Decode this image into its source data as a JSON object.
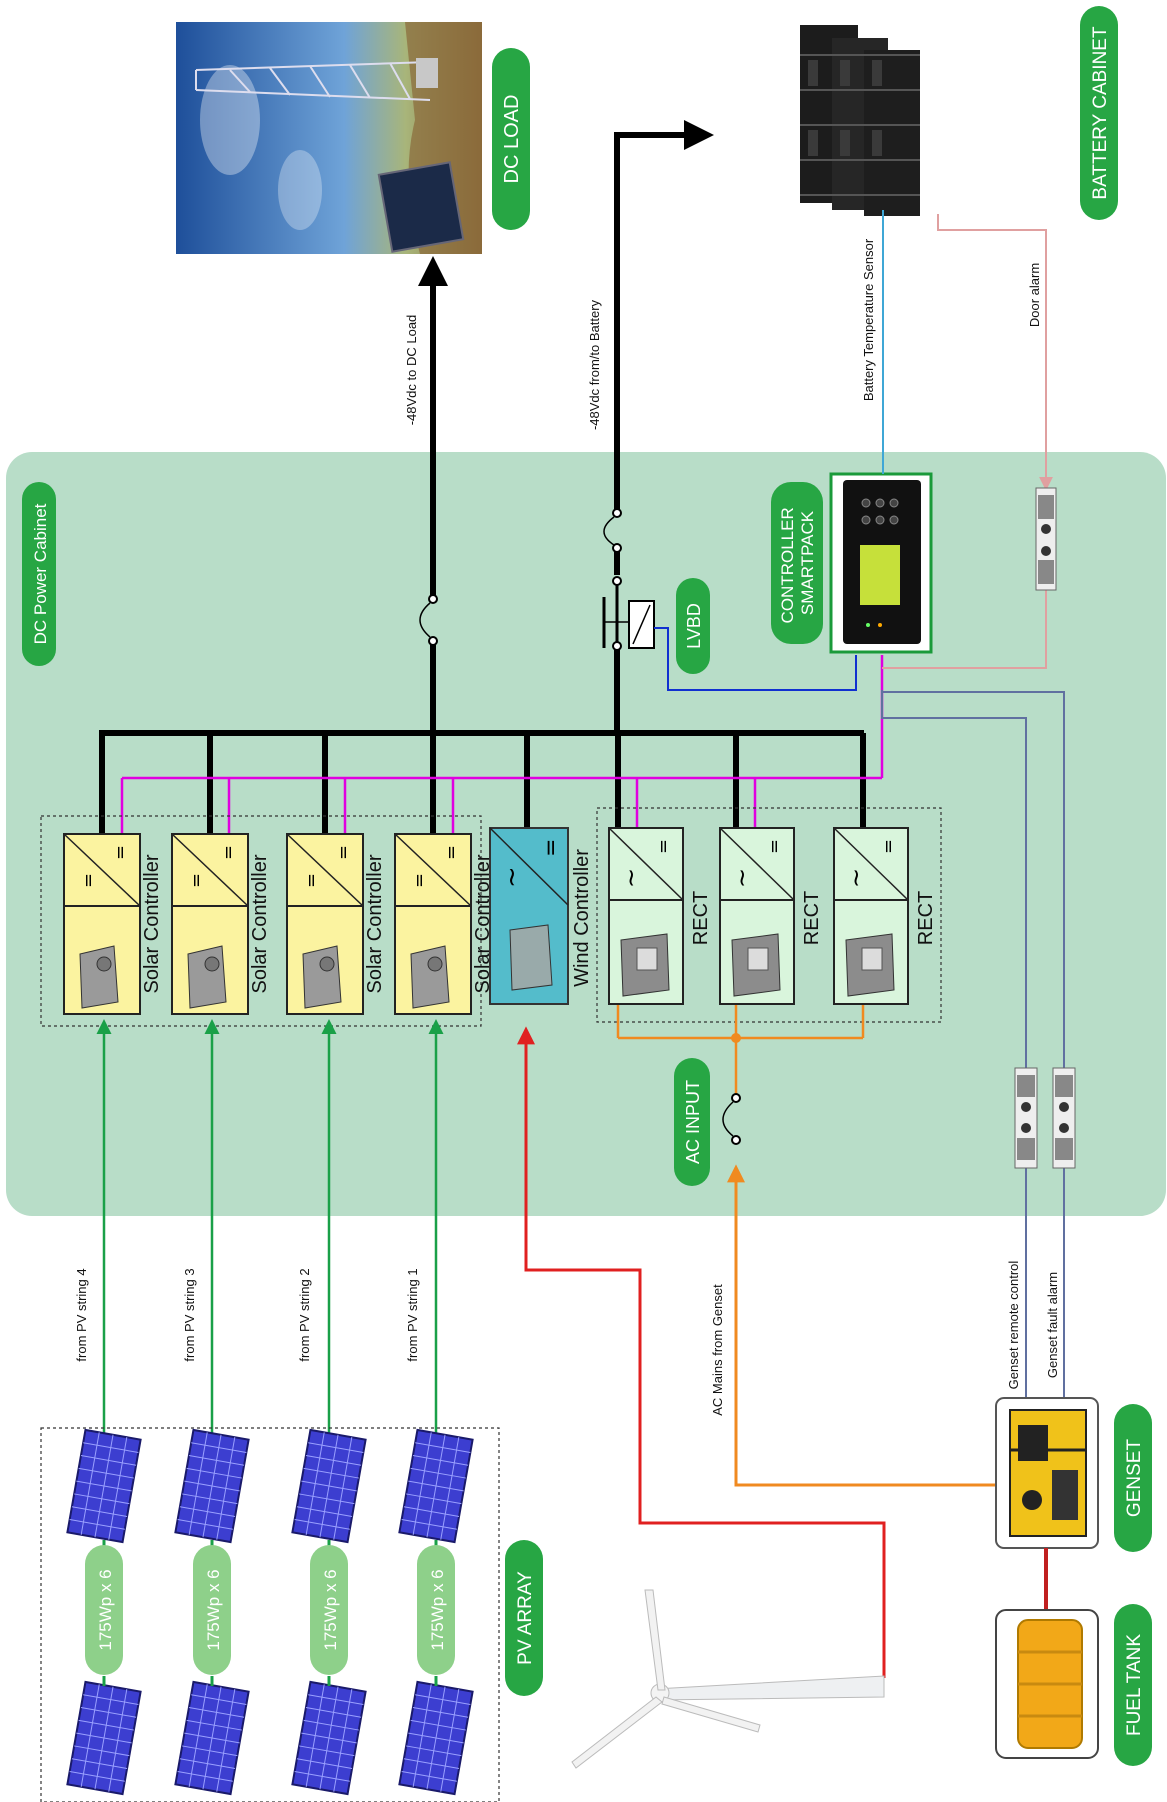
{
  "cabinet": {
    "title": "DC Power Cabinet"
  },
  "labels": {
    "dc_load": "DC LOAD",
    "battery_cabinet": "BATTERY CABINET",
    "controller": "CONTROLLER SMARTPACK",
    "lvbd": "LVBD",
    "ac_input": "AC INPUT",
    "genset": "GENSET",
    "fuel_tank": "FUEL TANK",
    "pv_array": "PV ARRAY"
  },
  "wire_labels": {
    "dc_load": "-48Vdc to DC Load",
    "battery": "-48Vdc from/to Battery",
    "temp_sensor": "Battery Temperature Sensor",
    "door_alarm": "Door alarm",
    "ac_mains": "AC Mains from Genset",
    "genset_remote": "Genset remote control",
    "genset_fault": "Genset fault alarm"
  },
  "solar_controllers": [
    {
      "label": "Solar Controller"
    },
    {
      "label": "Solar Controller"
    },
    {
      "label": "Solar Controller"
    },
    {
      "label": "Solar Controller"
    }
  ],
  "wind_controller": {
    "label": "Wind Controller"
  },
  "rectifiers": [
    {
      "label": "RECT"
    },
    {
      "label": "RECT"
    },
    {
      "label": "RECT"
    }
  ],
  "pv_strings": [
    {
      "feed": "from PV string 4",
      "rating": "175Wp x 6"
    },
    {
      "feed": "from PV string 3",
      "rating": "175Wp x 6"
    },
    {
      "feed": "from PV string 2",
      "rating": "175Wp x 6"
    },
    {
      "feed": "from PV string 1",
      "rating": "175Wp x 6"
    }
  ],
  "colors": {
    "cabinet_bg": "#b8ddc8",
    "pill_green": "#27a644",
    "solar_yellow": "#fbf3a0",
    "rect_green": "#d9f5dc",
    "wind_teal": "#54bccb",
    "dc_bus": "#000000",
    "signal_bus": "#e000e0",
    "pv_feed": "#1aa048",
    "wind_feed": "#e02020",
    "ac_feed": "#f08a20",
    "sensor_wire": "#3fa7d6",
    "lvbd_wire": "#1030d0",
    "door_wire": "#e0a0a0",
    "genset_wire": "#6070a0"
  }
}
